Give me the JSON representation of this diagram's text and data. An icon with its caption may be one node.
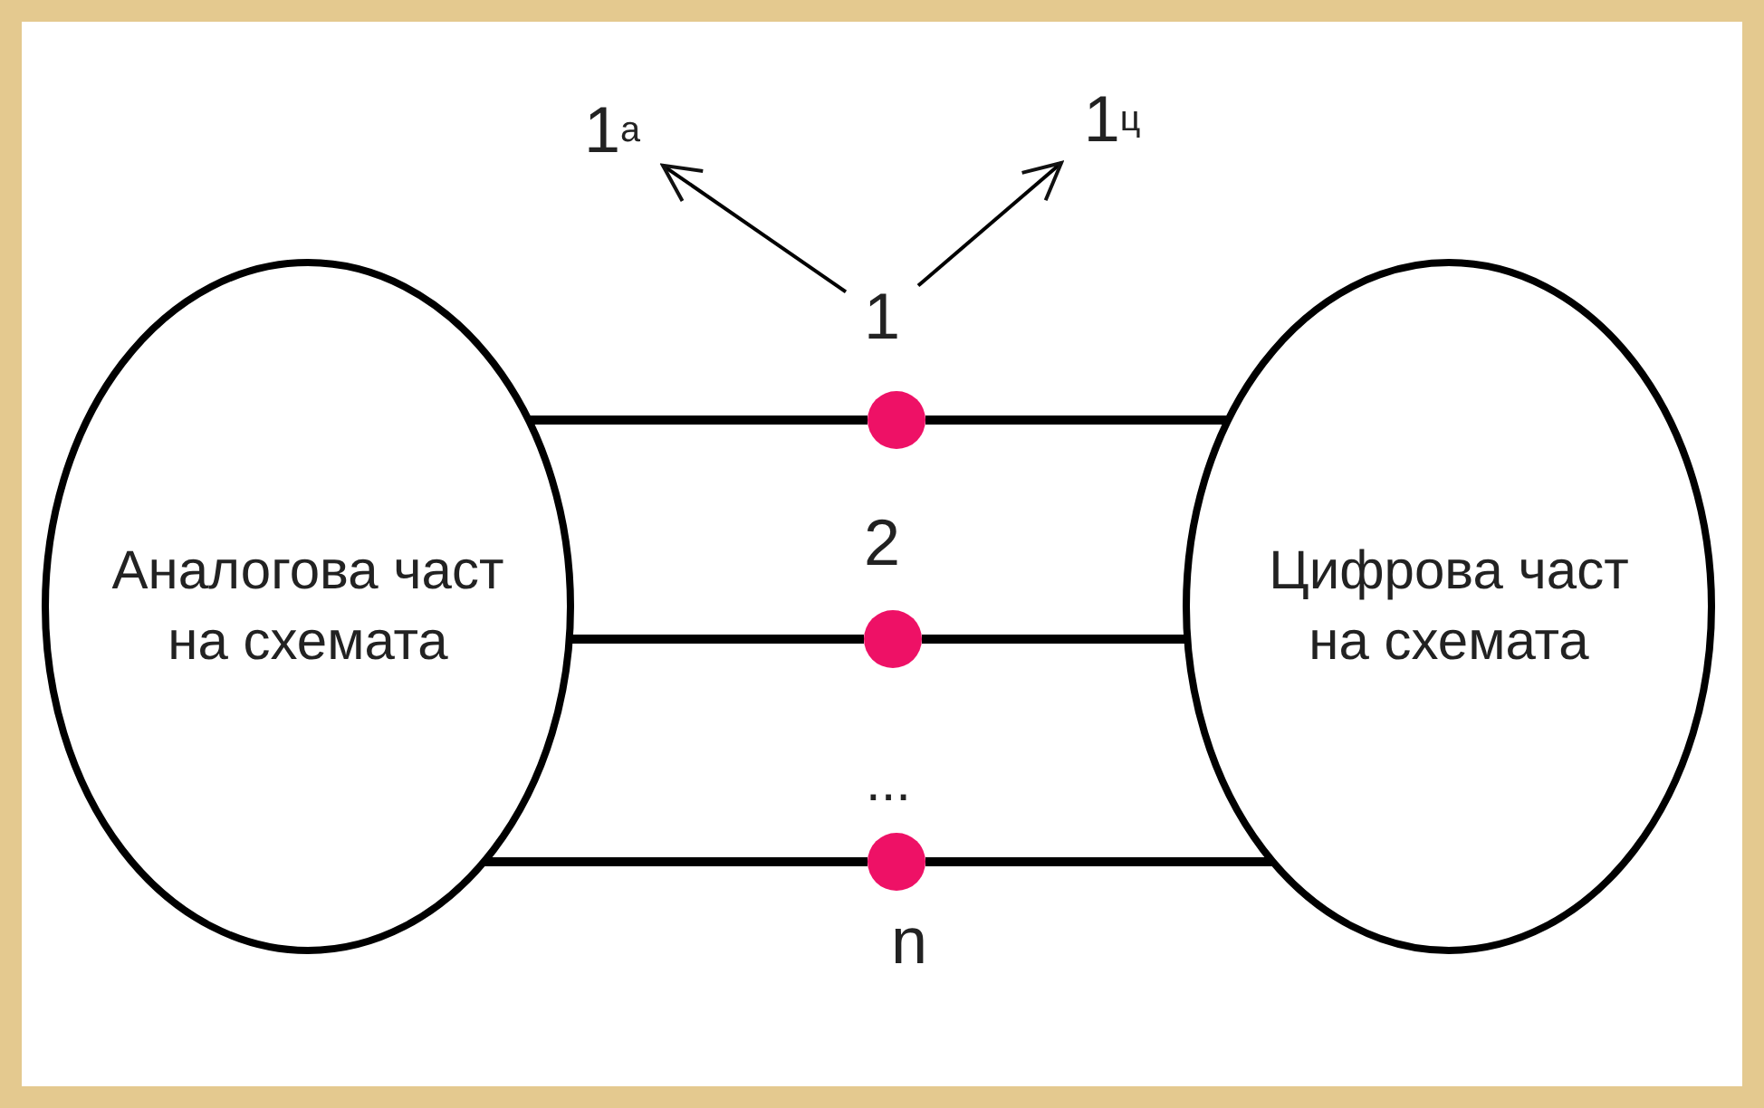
{
  "diagram": {
    "nodes": [
      {
        "text": [
          "Аналогова част на схемата"
        ]
      },
      {
        "text": [
          "Цифрова част на схемата"
        ]
      },
      {
        "text": [
          "1"
        ]
      },
      {
        "text": [
          "1$^{а}$"
        ]
      },
      {
        "text": [
          "1$^{ц}$"
        ]
      },
      {
        "text": [],
        "shape": "circle"
      },
      {
        "text": [],
        "shape": "circle",
        "beside": [
          "2"
        ]
      },
      {
        "text": [],
        "shape": "circle",
        "beside": [
          "n"
        ]
      }
    ],
    "edges": [
      {
        "from": 0,
        "to": 5,
        "arrow": "none"
      },
      {
        "from": 5,
        "to": 1,
        "arrow": "none"
      },
      {
        "from": 0,
        "to": 6,
        "arrow": "none"
      },
      {
        "from": 6,
        "to": 1,
        "arrow": "none"
      },
      {
        "from": 0,
        "to": 7,
        "arrow": "none"
      },
      {
        "from": 7,
        "to": 1,
        "arrow": "none"
      },
      {
        "from": 2,
        "to": 3,
        "arrow": "to"
      },
      {
        "from": 2,
        "to": 4,
        "arrow": "to"
      }
    ],
    "labels": [
      "..."
    ]
  }
}
